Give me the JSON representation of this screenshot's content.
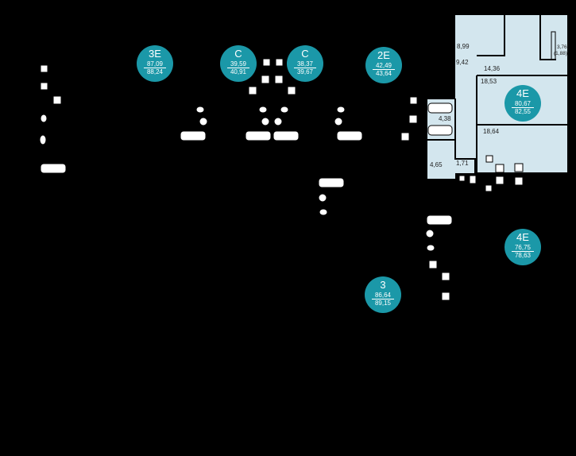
{
  "apartments": [
    {
      "type": "3E",
      "area_living": "87,09",
      "area_total": "88,24"
    },
    {
      "type": "C",
      "area_living": "39,59",
      "area_total": "40,91"
    },
    {
      "type": "C",
      "area_living": "38,37",
      "area_total": "39,67"
    },
    {
      "type": "2E",
      "area_living": "42,49",
      "area_total": "43,64"
    },
    {
      "type": "4E",
      "area_living": "80,67",
      "area_total": "82,55"
    },
    {
      "type": "4E",
      "area_living": "76,75",
      "area_total": "78,63"
    },
    {
      "type": "3",
      "area_living": "86,64",
      "area_total": "89,15"
    }
  ],
  "rooms": {
    "r1": "8,99",
    "r2": "3,76",
    "r2b": "(1,88)",
    "r3": "9,42",
    "r4": "14,36",
    "r5": "18,53",
    "r6": "4,38",
    "r7": "18,64",
    "r8": "4,65",
    "r9": "1,71"
  },
  "colors": {
    "background": "#000000",
    "highlight_fill": "#d3e6ee",
    "badge": "#1b98a8",
    "wall": "#000000",
    "fixture": "#ffffff"
  },
  "icons": [
    "bathtub-icon",
    "toilet-icon",
    "sink-icon",
    "stove-icon",
    "shower-icon"
  ]
}
